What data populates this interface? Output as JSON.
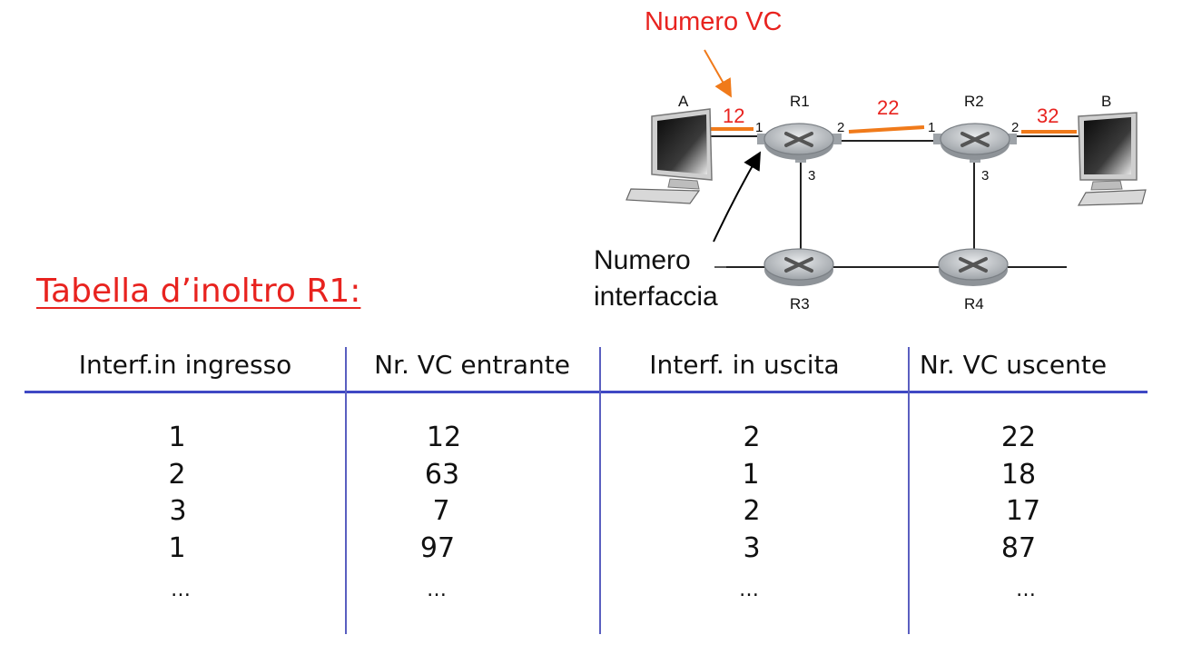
{
  "diagram": {
    "callout_vc": "Numero VC",
    "callout_iface": [
      "Numero",
      "interfaccia"
    ],
    "host_a": "A",
    "host_b": "B",
    "routers": [
      "R1",
      "R2",
      "R3",
      "R4"
    ],
    "vc_labels": [
      "12",
      "22",
      "32"
    ],
    "port_labels": {
      "r1_left": "1",
      "r1_right": "2",
      "r1_bottom": "3",
      "r2_left": "1",
      "r2_right": "2",
      "r2_bottom": "3"
    },
    "colors": {
      "vc_highlight": "#f07a1a",
      "callout_red": "#e8231f",
      "router_fill": "#c9ccd0"
    }
  },
  "table": {
    "title": "Tabella d’inoltro R1:",
    "headers": [
      "Interf.in ingresso",
      "Nr. VC entrante",
      "Interf. in uscita",
      "Nr. VC uscente"
    ],
    "rows": [
      [
        "1",
        "12",
        "2",
        "22"
      ],
      [
        "2",
        "63",
        "1",
        "18"
      ],
      [
        "3",
        "7",
        "2",
        "17"
      ],
      [
        "1",
        "97",
        "3",
        "87"
      ],
      [
        "…",
        "…",
        "…",
        "…"
      ]
    ],
    "colors": {
      "rule": "#3f48c4",
      "title": "#e8231f"
    }
  }
}
